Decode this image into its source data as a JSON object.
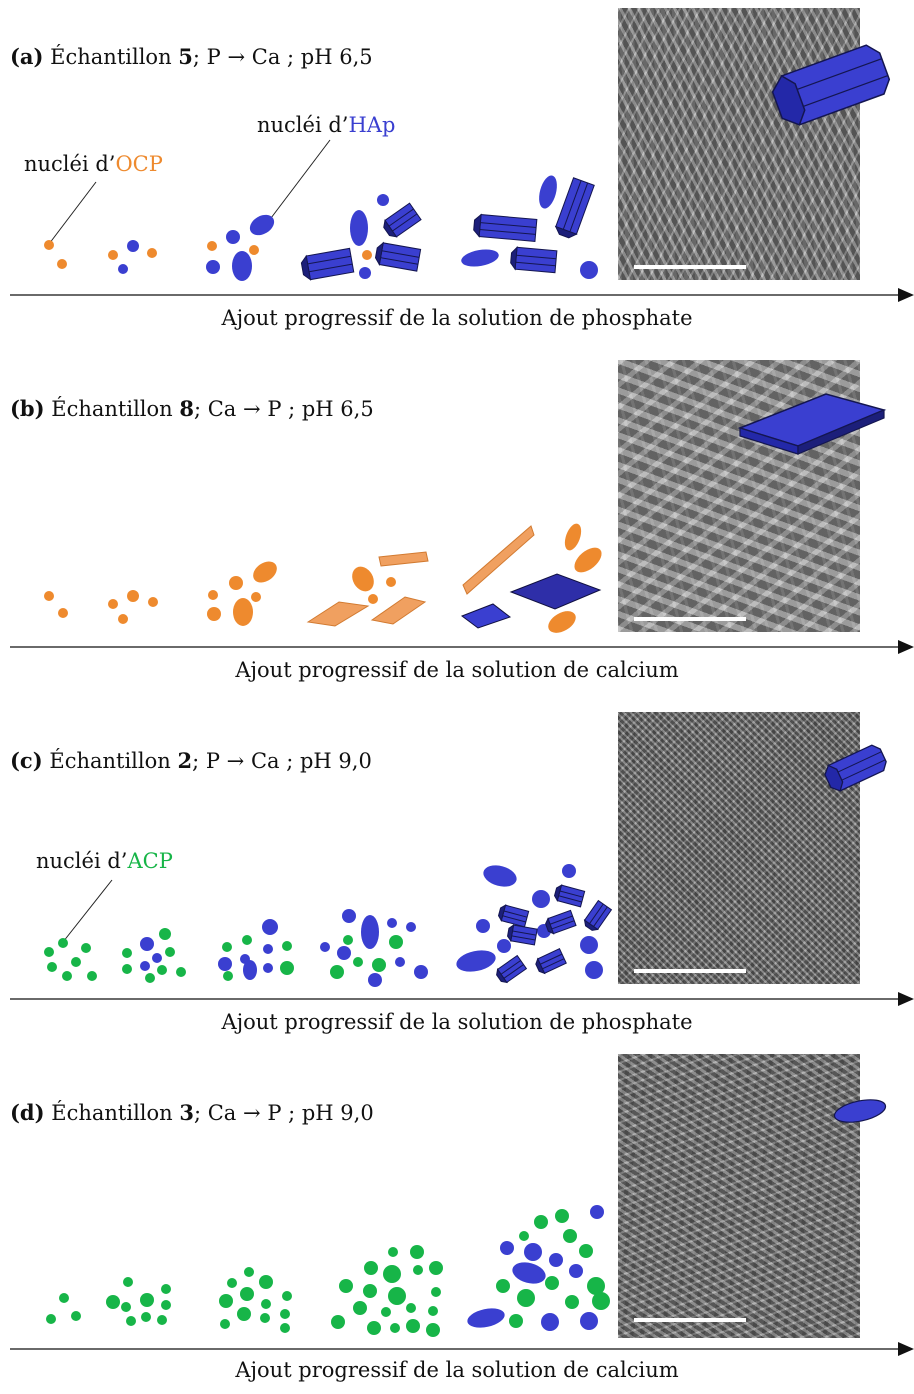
{
  "colors": {
    "ocp": "#ee8a2e",
    "hap": "#3a3fd0",
    "hap_dark": "#1c1f7a",
    "acp": "#17b548",
    "plate_orange": "#f0a060",
    "plate_blue": "#3535b8",
    "sem_gray": "#8a8a8a"
  },
  "panels": [
    {
      "id": "a",
      "tag": "(a)",
      "sample_word": "Échantillon",
      "sample_number": "5",
      "conditions_pre": "; P",
      "arrow": "→",
      "conditions_post": "Ca ; pH 6,5",
      "axis_label": "Ajout progressif de la solution de phosphate",
      "labels": [
        {
          "prefix": "nucléi d’",
          "phase": "OCP",
          "phase_color": "#ee8a2e"
        },
        {
          "prefix": "nucléi d’",
          "phase": "HAp",
          "phase_color": "#3a3fd0"
        }
      ],
      "inset_shape": "hexagonal-prism-icon"
    },
    {
      "id": "b",
      "tag": "(b)",
      "sample_word": "Échantillon",
      "sample_number": "8",
      "conditions_pre": "; Ca",
      "arrow": "→",
      "conditions_post": "P ; pH 6,5",
      "axis_label": "Ajout progressif de la solution de calcium",
      "labels": [],
      "inset_shape": "plate-icon"
    },
    {
      "id": "c",
      "tag": "(c)",
      "sample_word": "Échantillon",
      "sample_number": "2",
      "conditions_pre": "; P",
      "arrow": "→",
      "conditions_post": "Ca ; pH 9,0",
      "axis_label": "Ajout progressif de la solution de phosphate",
      "labels": [
        {
          "prefix": "nucléi d’",
          "phase": "ACP",
          "phase_color": "#17b548"
        }
      ],
      "inset_shape": "hexagonal-prism-icon"
    },
    {
      "id": "d",
      "tag": "(d)",
      "sample_word": "Échantillon",
      "sample_number": "3",
      "conditions_pre": "; Ca",
      "arrow": "→",
      "conditions_post": "P ; pH 9,0",
      "axis_label": "Ajout progressif de la solution de calcium",
      "labels": [],
      "inset_shape": "ellipsoid-icon"
    }
  ]
}
